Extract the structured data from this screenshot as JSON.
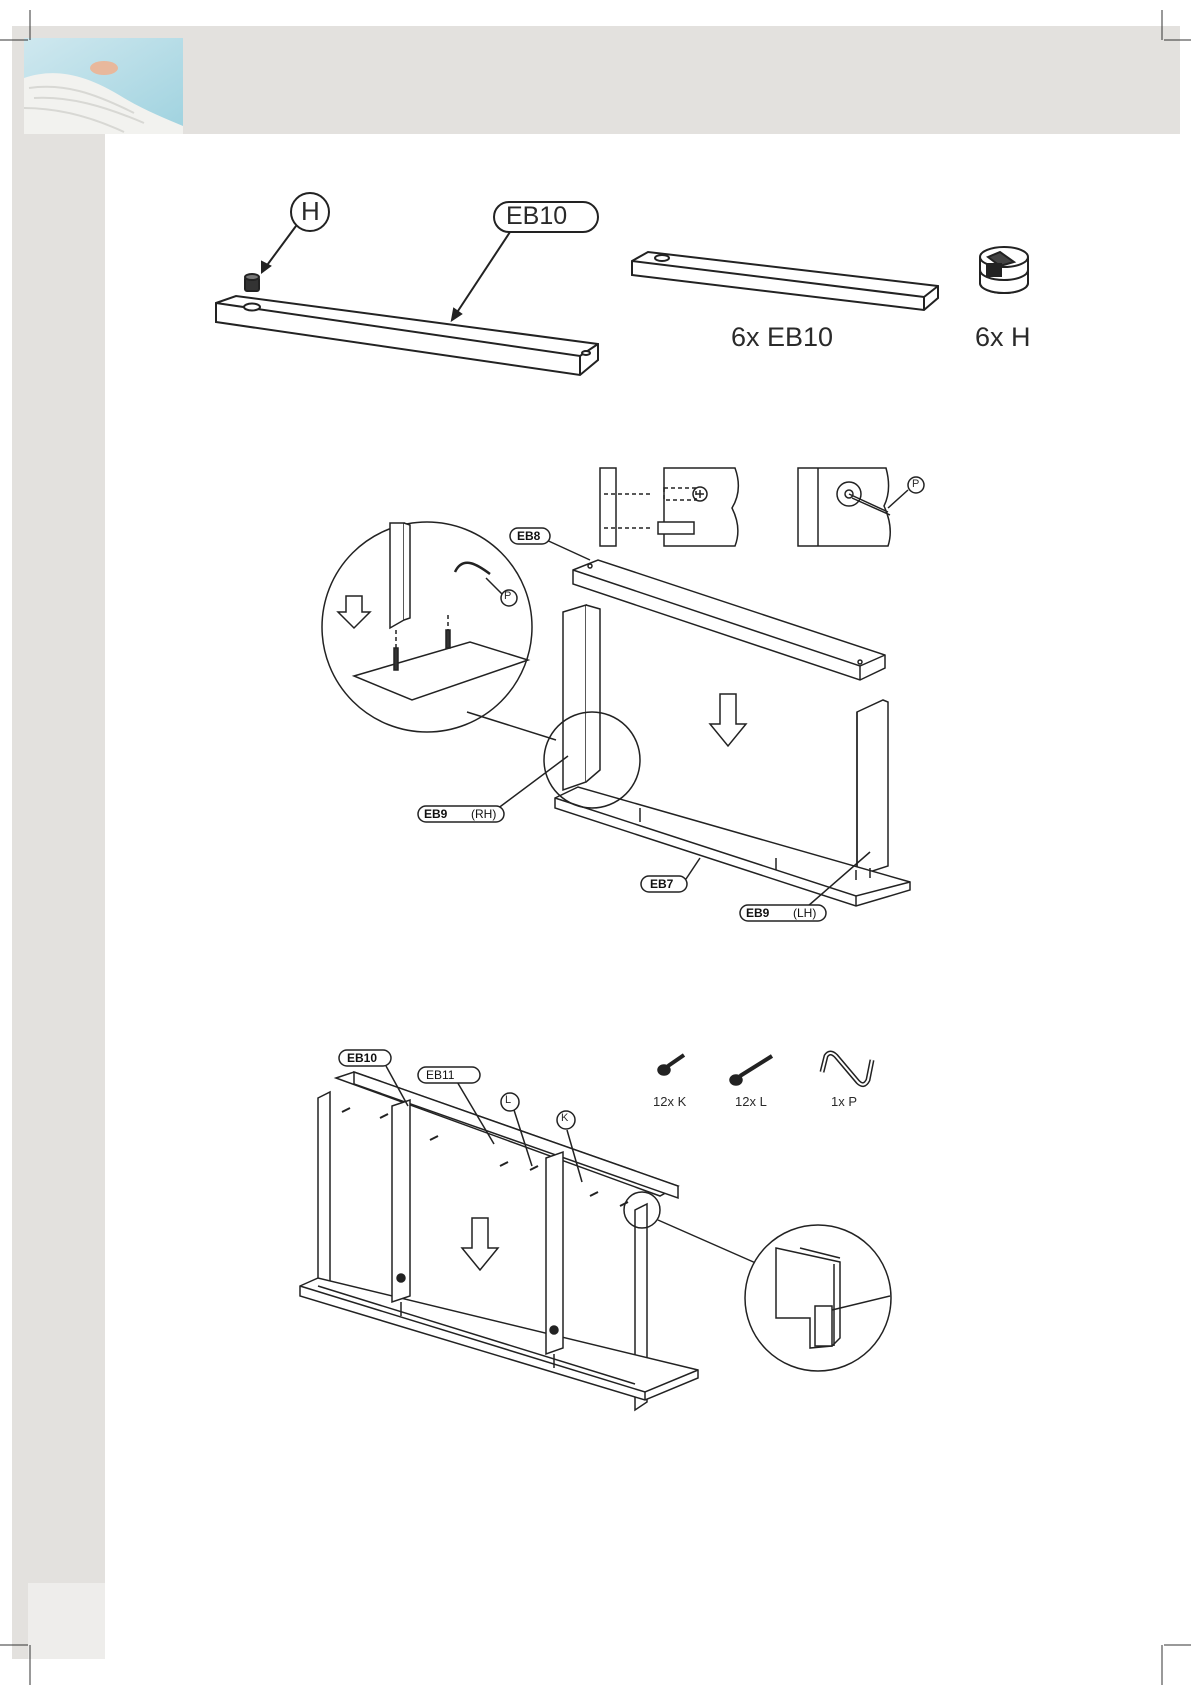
{
  "step1": {
    "callout_h": "H",
    "callout_eb10": "EB10",
    "qty_eb10": "6x EB10",
    "qty_h": "6x H"
  },
  "step2": {
    "eb8": "EB8",
    "eb9_rh": "EB9",
    "eb9_rh_side": "(RH)",
    "eb7": "EB7",
    "eb9_lh": "EB9",
    "eb9_lh_side": "(LH)",
    "tool_p": "P",
    "tool_p_detail": "P"
  },
  "step3": {
    "eb10": "EB10",
    "eb11": "EB11",
    "callout_l": "L",
    "callout_k": "K",
    "qty_k": "12x K",
    "qty_l": "12x L",
    "qty_p": "1x P"
  }
}
